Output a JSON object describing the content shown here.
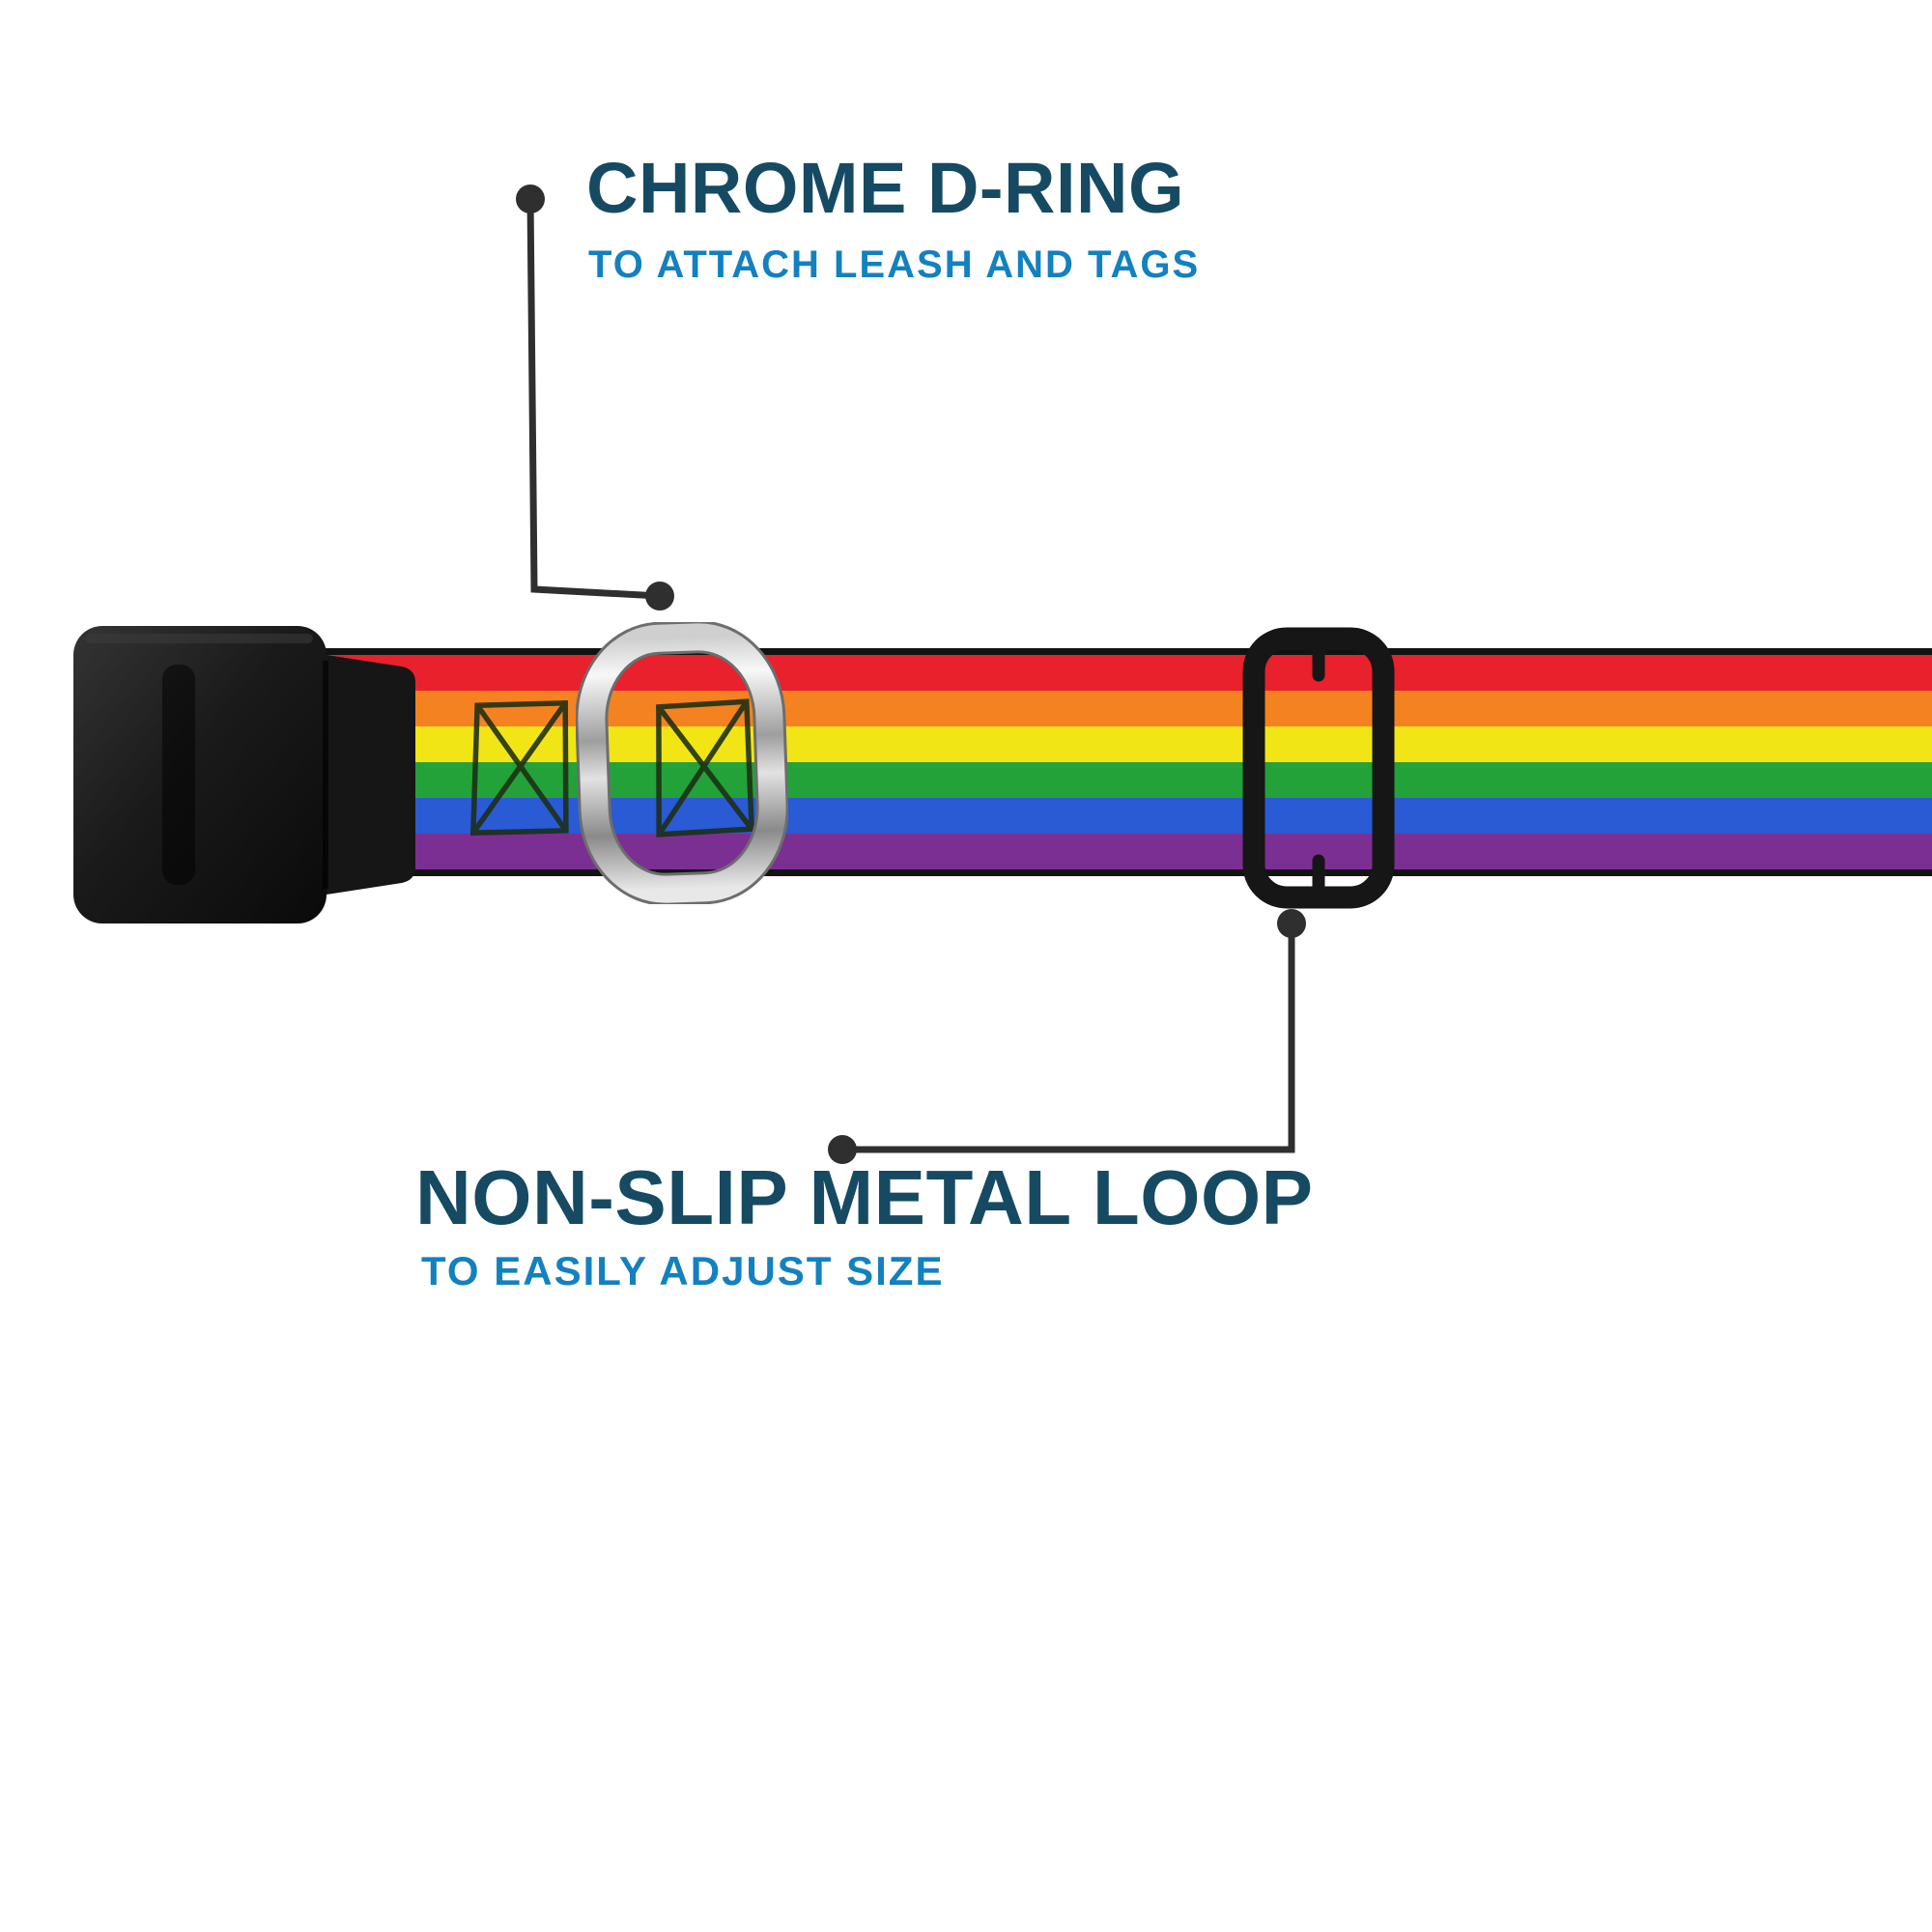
{
  "diagram": {
    "subject": "rainbow dog collar with annotated hardware parts"
  },
  "callouts": [
    {
      "id": "d-ring",
      "title": "CHROME D-RING",
      "subtitle": "TO ATTACH LEASH AND TAGS"
    },
    {
      "id": "metal-loop",
      "title": "NON-SLIP METAL LOOP",
      "subtitle": "TO EASILY ADJUST SIZE"
    }
  ],
  "parts": {
    "buckle": "black plastic side-release buckle",
    "d_ring": "chrome d-ring",
    "slider": "black non-slip metal loop slider",
    "collar": "rainbow striped webbing with sketched box motifs"
  },
  "colors": {
    "heading": "#164a63",
    "subheading": "#1381bf",
    "callout_line": "#2f2f2f",
    "webbing_edge": "#121212",
    "collar_stripes": [
      "#e8212c",
      "#f58220",
      "#f2e515",
      "#23a23a",
      "#2a5ad4",
      "#7c2f93"
    ],
    "buckle_black": "#1a1a1a",
    "slider_black": "#161616",
    "chrome_light": "#f8f8f8",
    "chrome_dark": "#8a8a8a",
    "sketch_ink": "#1c2e14"
  }
}
